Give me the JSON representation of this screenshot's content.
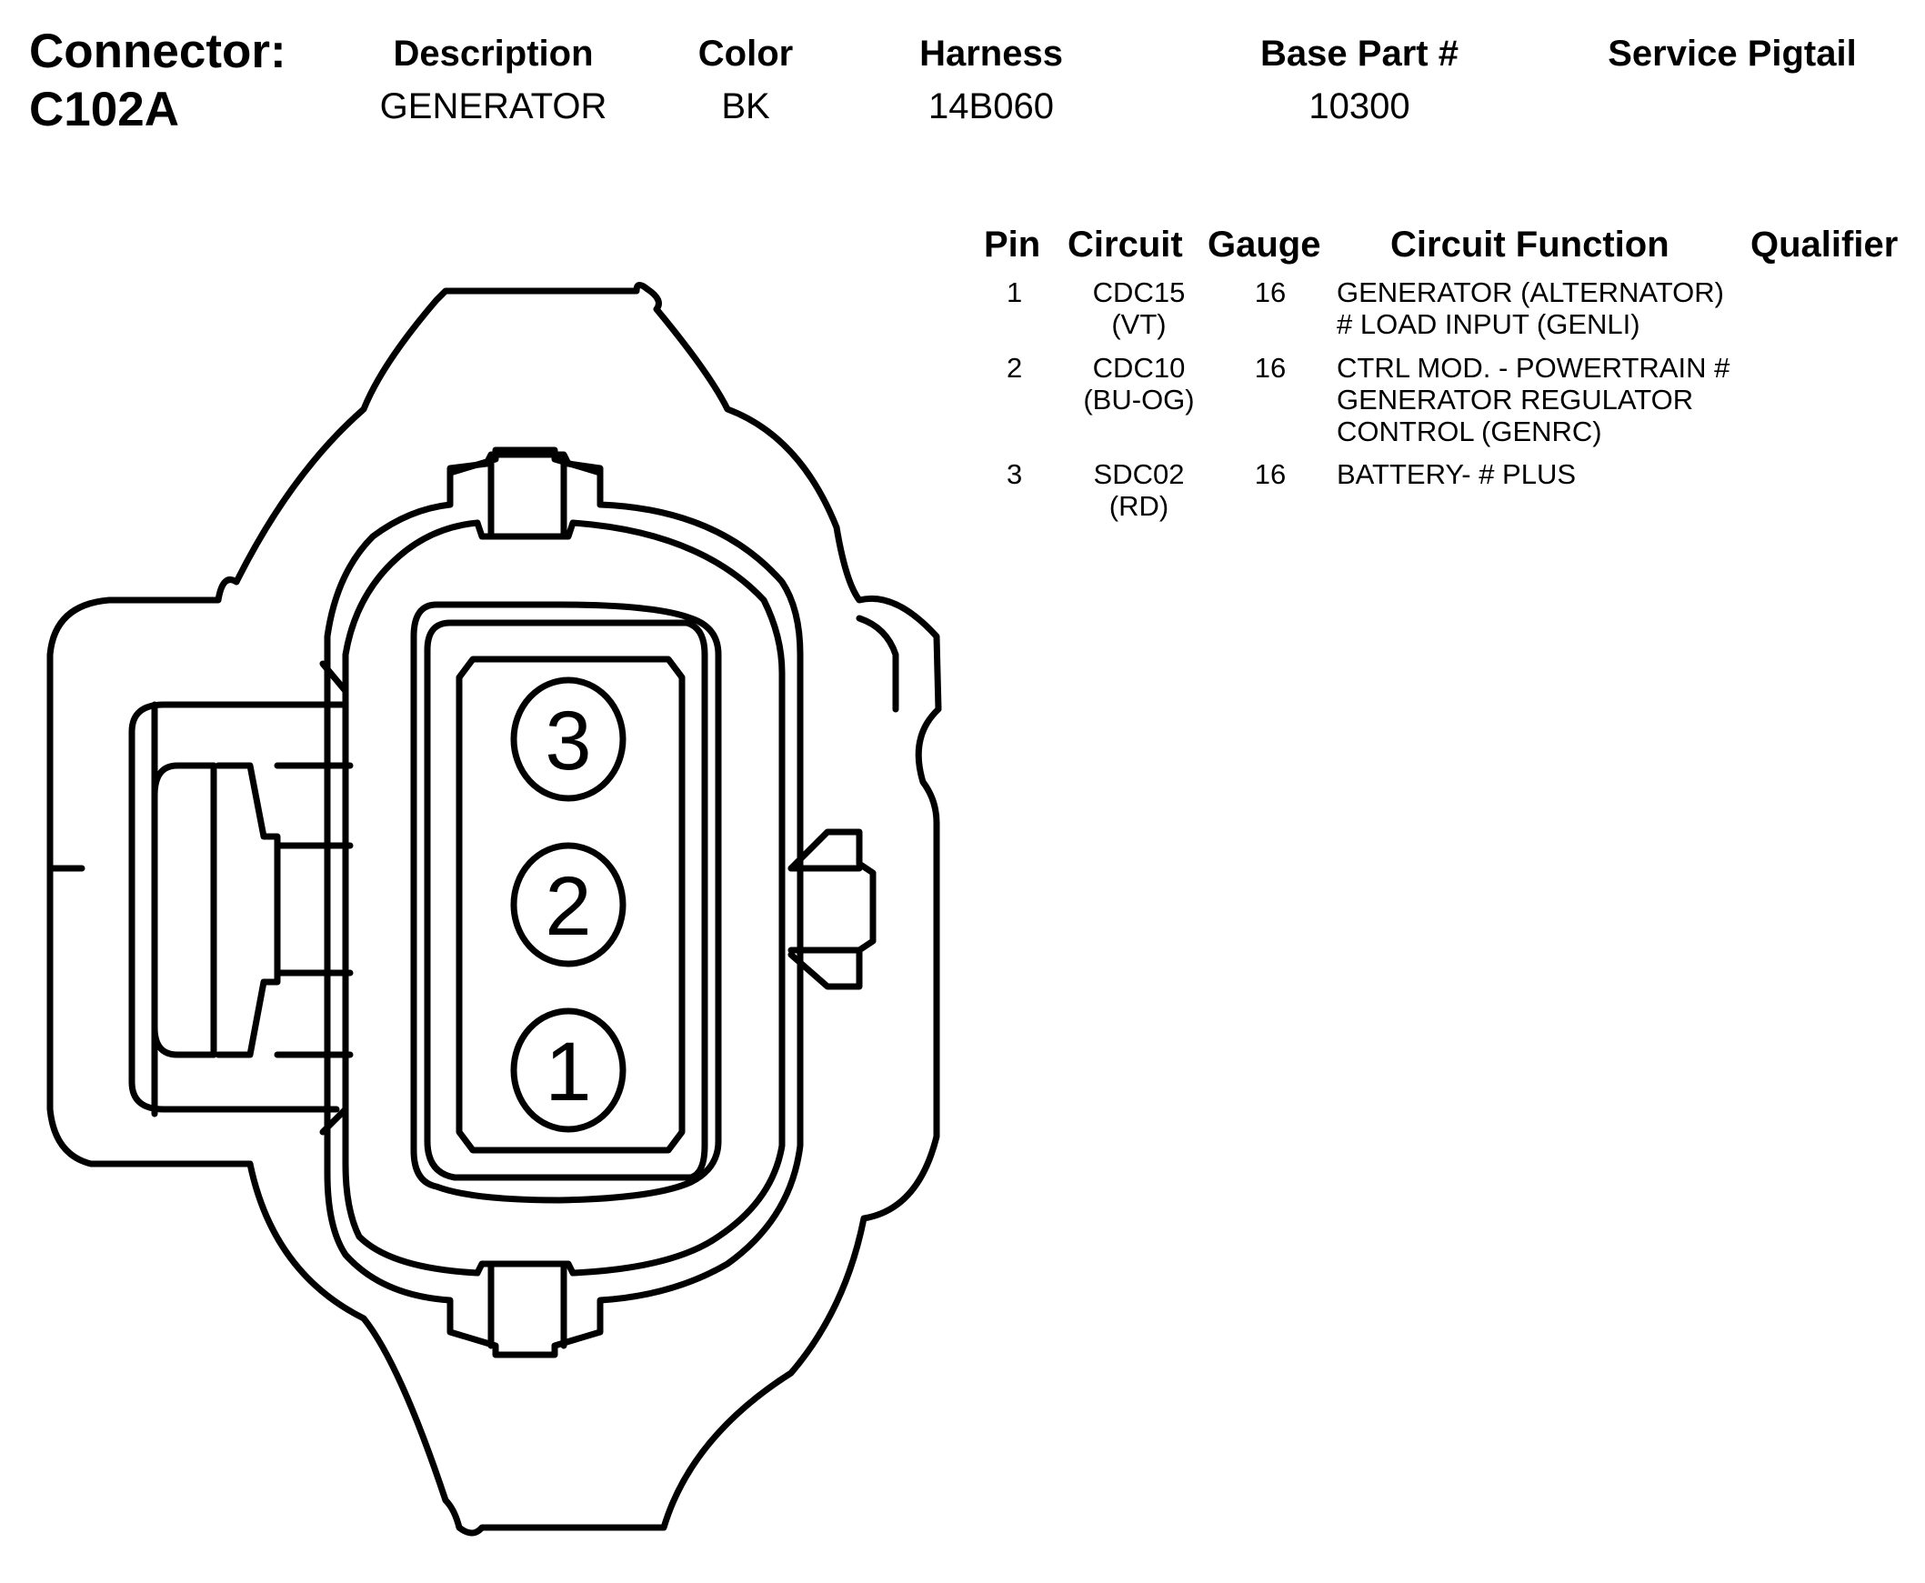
{
  "connector": {
    "label": "Connector:",
    "id": "C102A"
  },
  "header": {
    "columns": [
      {
        "heading": "Description",
        "value": "GENERATOR"
      },
      {
        "heading": "Color",
        "value": "BK"
      },
      {
        "heading": "Harness",
        "value": "14B060"
      },
      {
        "heading": "Base Part #",
        "value": "10300"
      },
      {
        "heading": "Service Pigtail",
        "value": ""
      }
    ]
  },
  "pin_table": {
    "headers": {
      "pin": "Pin",
      "circuit": "Circuit",
      "gauge": "Gauge",
      "function": "Circuit Function",
      "qualifier": "Qualifier"
    },
    "rows": [
      {
        "pin": "1",
        "circuit": "CDC15",
        "wire_color": "(VT)",
        "gauge": "16",
        "function_lines": [
          "GENERATOR (ALTERNATOR)",
          "# LOAD INPUT (GENLI)"
        ]
      },
      {
        "pin": "2",
        "circuit": "CDC10",
        "wire_color": "(BU-OG)",
        "gauge": "16",
        "function_lines": [
          "CTRL MOD. - POWERTRAIN #",
          "GENERATOR REGULATOR",
          "CONTROL (GENRC)"
        ]
      },
      {
        "pin": "3",
        "circuit": "SDC02",
        "wire_color": "(RD)",
        "gauge": "16",
        "function_lines": [
          "BATTERY- # PLUS"
        ]
      }
    ]
  },
  "diagram": {
    "cavities": [
      "3",
      "2",
      "1"
    ]
  }
}
